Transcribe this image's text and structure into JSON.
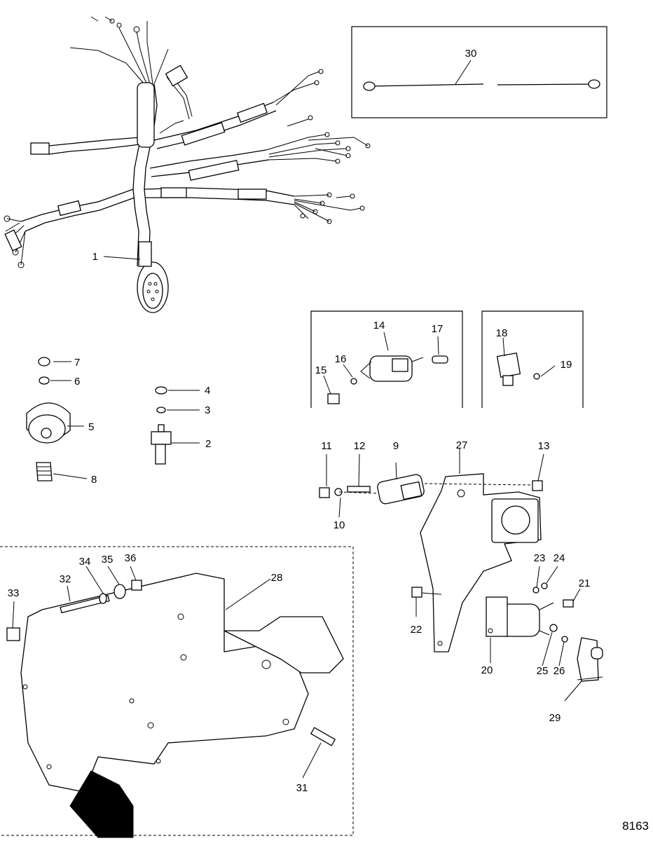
{
  "diagram": {
    "reference_number": "8163",
    "callouts": [
      {
        "id": "c1",
        "label": "1"
      },
      {
        "id": "c2",
        "label": "2"
      },
      {
        "id": "c3",
        "label": "3"
      },
      {
        "id": "c4",
        "label": "4"
      },
      {
        "id": "c5",
        "label": "5"
      },
      {
        "id": "c6",
        "label": "6"
      },
      {
        "id": "c7",
        "label": "7"
      },
      {
        "id": "c8",
        "label": "8"
      },
      {
        "id": "c9",
        "label": "9"
      },
      {
        "id": "c10",
        "label": "10"
      },
      {
        "id": "c11",
        "label": "11"
      },
      {
        "id": "c12",
        "label": "12"
      },
      {
        "id": "c13",
        "label": "13"
      },
      {
        "id": "c14",
        "label": "14"
      },
      {
        "id": "c15",
        "label": "15"
      },
      {
        "id": "c16",
        "label": "16"
      },
      {
        "id": "c17",
        "label": "17"
      },
      {
        "id": "c18",
        "label": "18"
      },
      {
        "id": "c19",
        "label": "19"
      },
      {
        "id": "c20",
        "label": "20"
      },
      {
        "id": "c21",
        "label": "21"
      },
      {
        "id": "c22",
        "label": "22"
      },
      {
        "id": "c23",
        "label": "23"
      },
      {
        "id": "c24",
        "label": "24"
      },
      {
        "id": "c25",
        "label": "25"
      },
      {
        "id": "c26",
        "label": "26"
      },
      {
        "id": "c27",
        "label": "27"
      },
      {
        "id": "c28",
        "label": "28"
      },
      {
        "id": "c29",
        "label": "29"
      },
      {
        "id": "c30",
        "label": "30"
      },
      {
        "id": "c31",
        "label": "31"
      },
      {
        "id": "c32",
        "label": "32"
      },
      {
        "id": "c33",
        "label": "33"
      },
      {
        "id": "c34",
        "label": "34"
      },
      {
        "id": "c35",
        "label": "35"
      },
      {
        "id": "c36",
        "label": "36"
      }
    ]
  }
}
